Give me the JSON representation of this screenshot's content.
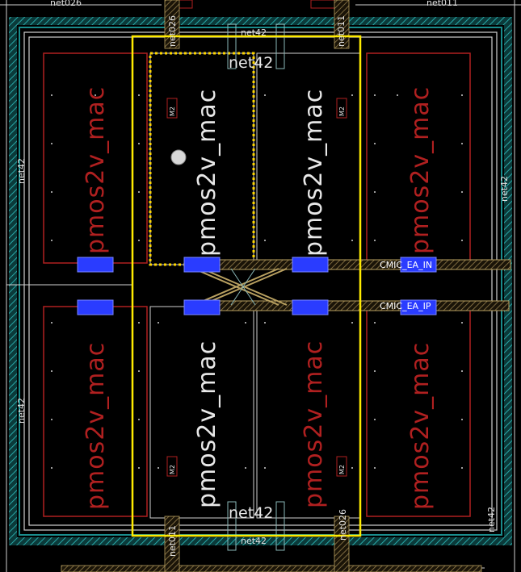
{
  "layout_view": {
    "device_name": "pmos2v_mac",
    "device_count": 8,
    "net_labels": {
      "top_left": "net026",
      "top_right": "net011",
      "top_center": "net42",
      "inner_top_left": "net026",
      "inner_top_right": "net011",
      "center_top": "net42",
      "center_bottom": "net42",
      "left_upper": "net42",
      "left_lower": "net42",
      "right_upper": "net42",
      "right_lower": "net42",
      "bottom_center": "net42",
      "bottom_left": "net011",
      "bottom_right": "net026"
    },
    "pins": {
      "cmic_ea_in": "CMIC_EA_IN",
      "cmic_ea_ip": "CMIC_EA_IP"
    },
    "via_label": "M2",
    "colors": {
      "background": "#000000",
      "guard_ring": "#1a8c8c",
      "device_outline": "#b02020",
      "device_label": "#b02020",
      "selection_box": "#ffeb00",
      "highlight": "#ffd700",
      "via_blue": "#2a3cff",
      "metal_tan": "#b8a060",
      "white_wire": "#d8d8d8"
    }
  }
}
